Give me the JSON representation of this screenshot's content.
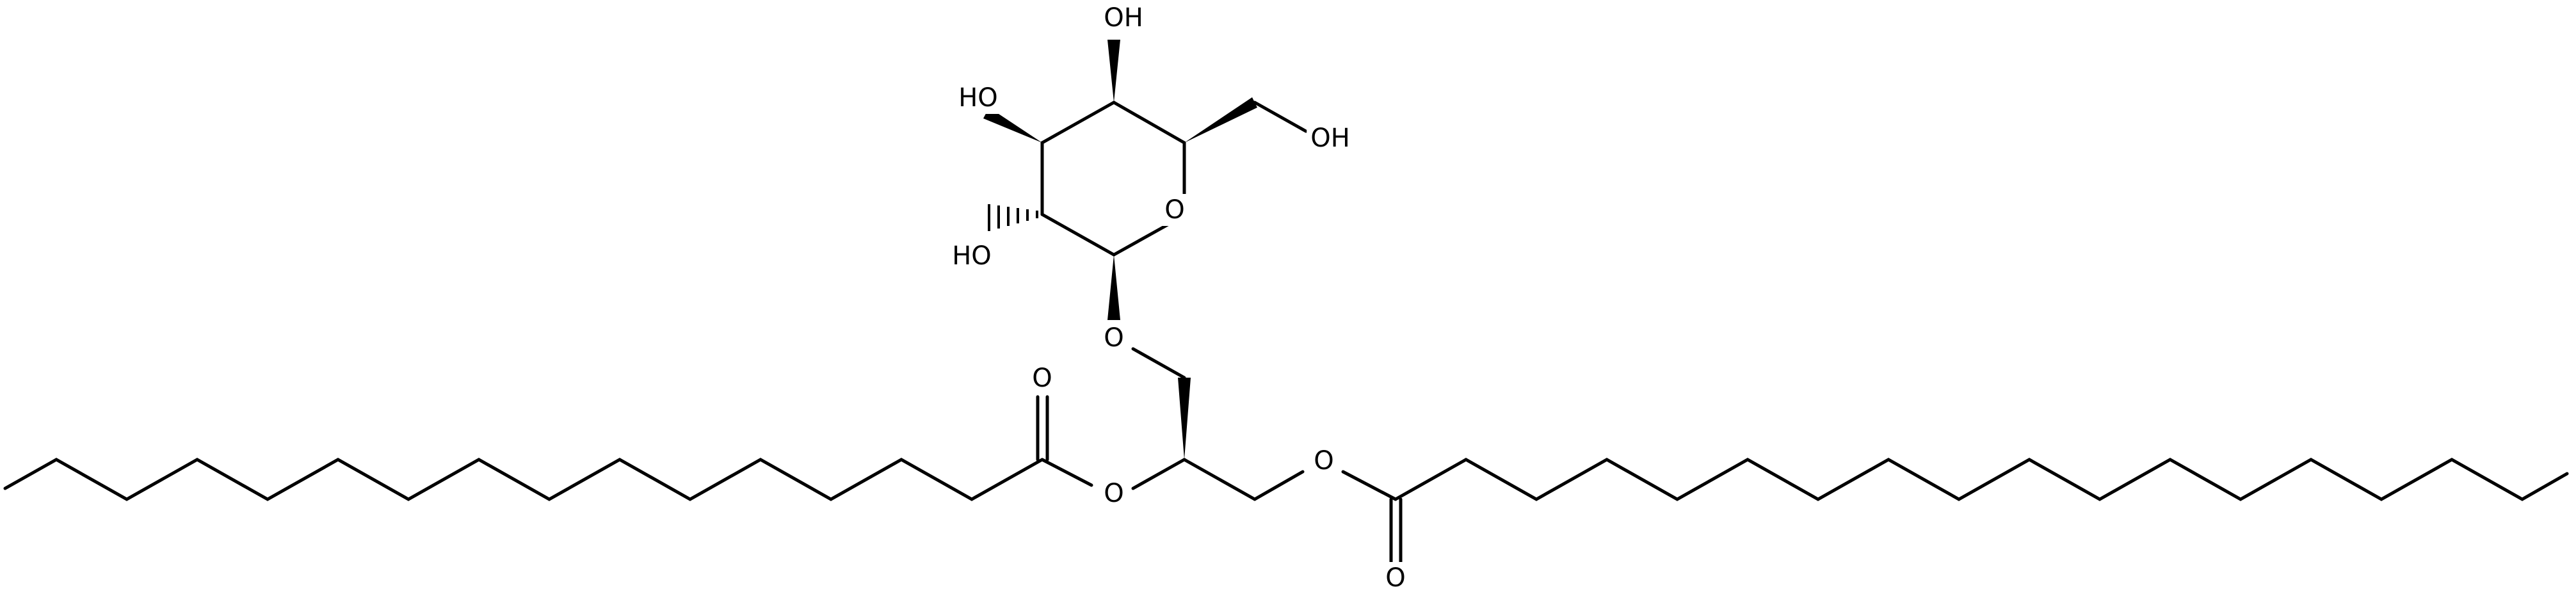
{
  "molecule": {
    "atoms": {
      "ring_o": "O",
      "glycosidic_o": "O",
      "ester1_o": "O",
      "ester1_carbonyl_o": "O",
      "ester2_o": "O",
      "ester2_carbonyl_o": "O",
      "oh_c4": "OH",
      "oh_c3": "HO",
      "oh_c2": "HO",
      "oh_c6": "OH"
    }
  }
}
